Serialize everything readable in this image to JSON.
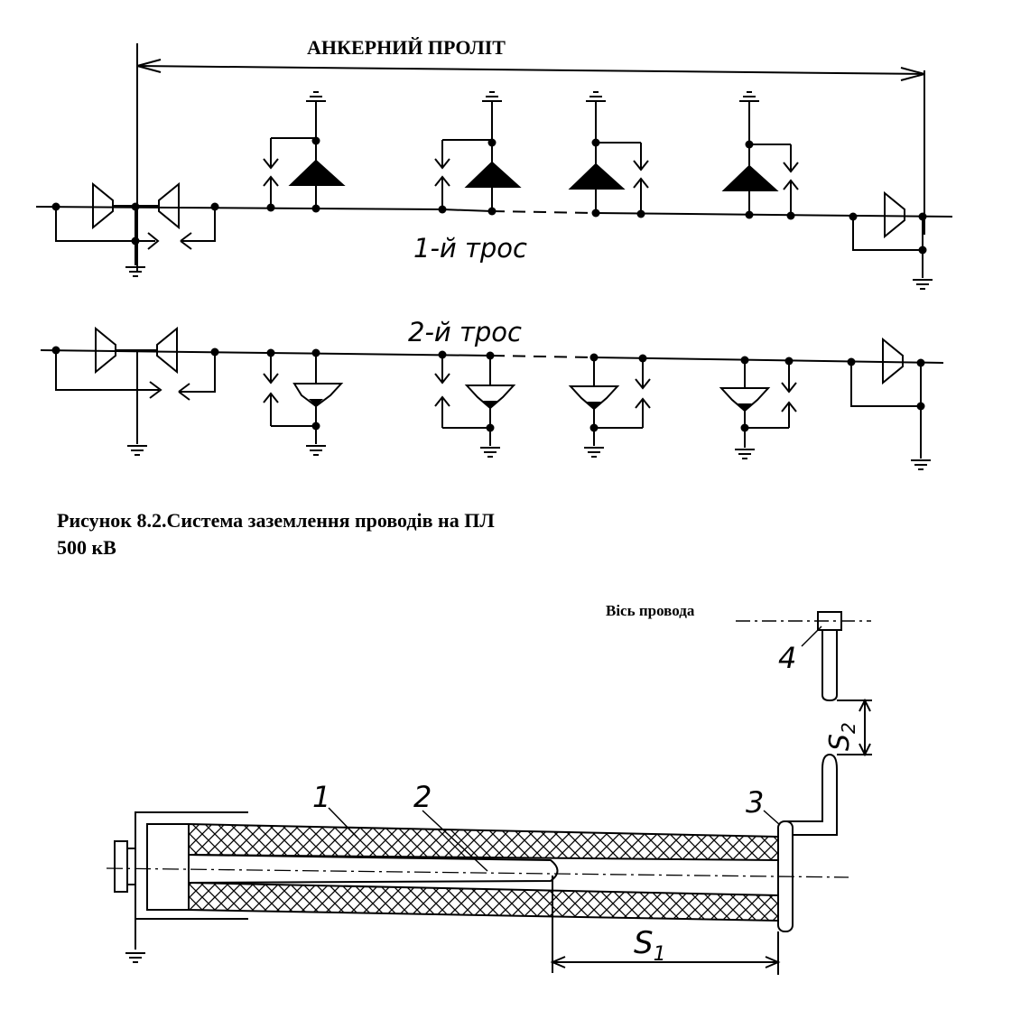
{
  "diagram": {
    "span_label": "АНКЕРНИЙ ПРОЛІТ",
    "cable1_label": "1-й трос",
    "cable2_label": "2-й трос",
    "caption_line1": "Рисунок 8.2.Система заземлення проводів на ПЛ",
    "caption_line2": "500 кВ"
  },
  "detail": {
    "axis_label": "Вісь провода",
    "part1": "1",
    "part2": "2",
    "part3": "3",
    "part4": "4",
    "gap1": "S",
    "gap1_sub": "1",
    "gap2": "S",
    "gap2_sub": "2"
  }
}
